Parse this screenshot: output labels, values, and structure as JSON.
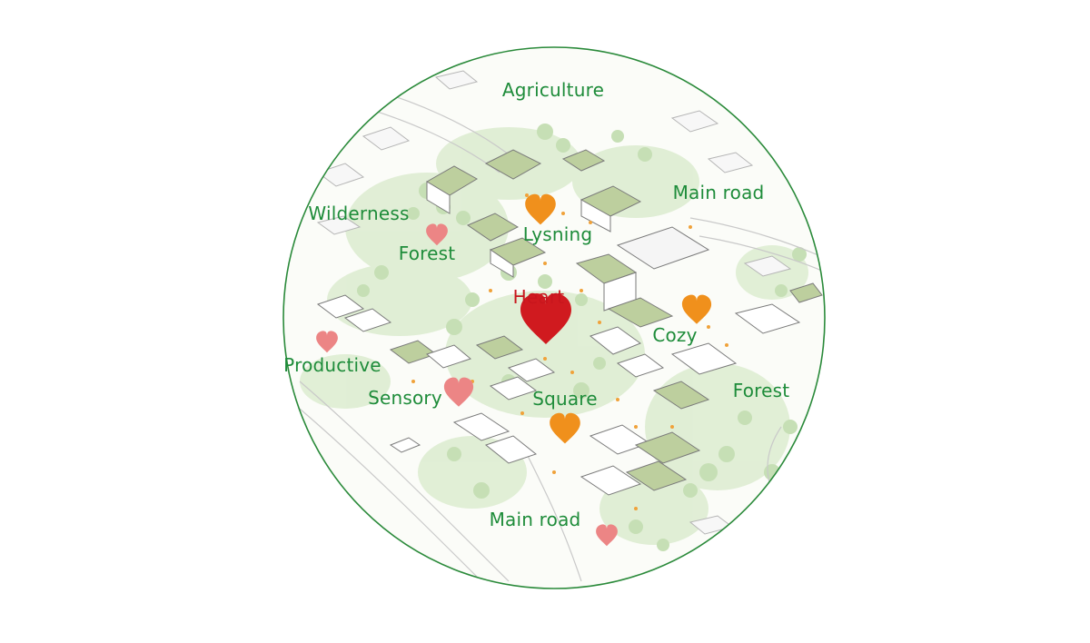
{
  "colors": {
    "ring": "#2a8a3a",
    "label_green": "#1e8c3a",
    "label_red": "#c8161d",
    "heart_red": "#d01a1f",
    "heart_orange": "#f0901c",
    "heart_pink": "#ec8585",
    "roof_green": "#bdcf9e",
    "vegetation": "#d5e8c8",
    "building_outline": "#7a7a7a"
  },
  "labels": {
    "agriculture": "Agriculture",
    "main_road_top": "Main road",
    "wilderness": "Wilderness",
    "forest_left": "Forest",
    "lysning": "Lysning",
    "heart": "Heart",
    "cozy": "Cozy",
    "productive": "Productive",
    "sensory": "Sensory",
    "square": "Square",
    "forest_right": "Forest",
    "main_road_bottom": "Main road"
  },
  "icons": {
    "heart_shape": "heart-icon"
  }
}
